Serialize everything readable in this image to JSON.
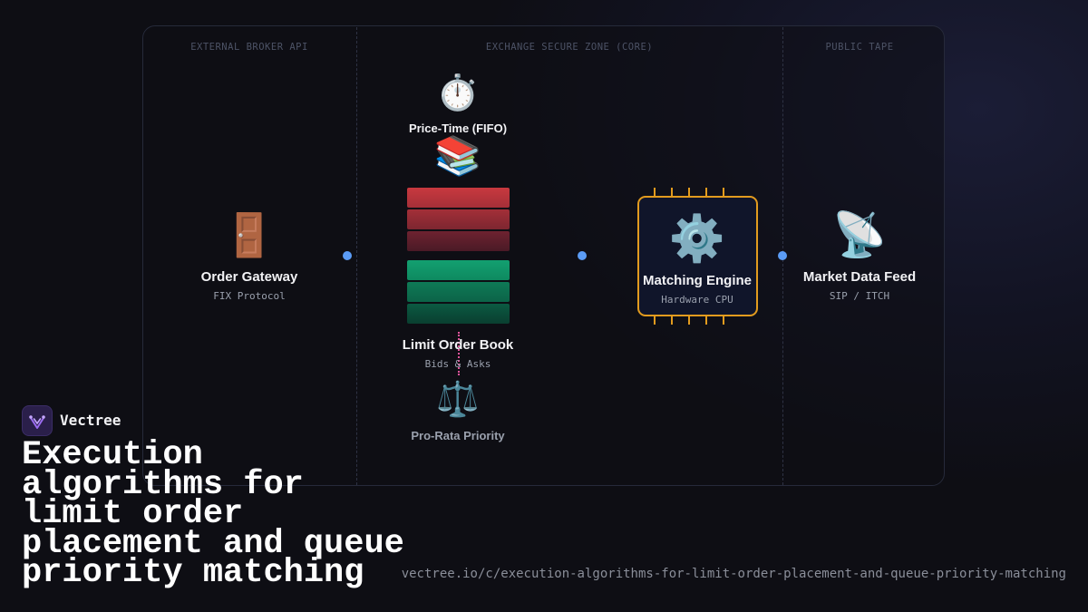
{
  "zones": [
    {
      "label": "EXTERNAL BROKER API"
    },
    {
      "label": "EXCHANGE SECURE ZONE (CORE)"
    },
    {
      "label": "PUBLIC TAPE"
    }
  ],
  "nodes": {
    "gateway": {
      "title": "Order Gateway",
      "subtitle": "FIX Protocol",
      "icon": "door-icon",
      "glyph": "🚪"
    },
    "order_book": {
      "title": "Limit Order Book",
      "subtitle": "Bids & Asks",
      "icon": "books-icon",
      "glyph": "📚"
    },
    "engine": {
      "title": "Matching Engine",
      "subtitle": "Hardware CPU",
      "icon": "gear-icon",
      "glyph": "⚙️"
    },
    "feed": {
      "title": "Market Data Feed",
      "subtitle": "SIP / ITCH",
      "icon": "satellite-dish-icon",
      "glyph": "📡"
    }
  },
  "priorities": {
    "fifo": {
      "label": "Price-Time (FIFO)",
      "icon": "stopwatch-icon",
      "glyph": "⏱️"
    },
    "pro_rata": {
      "label": "Pro-Rata Priority",
      "icon": "balance-scale-icon",
      "glyph": "⚖️"
    }
  },
  "colors": {
    "asks": "#c0393f",
    "bids": "#109c6c",
    "engine_border": "#e29b1e",
    "connector_dot": "#5b9cf6",
    "pro_rata_link": "#e0559b"
  },
  "brand": {
    "name": "Vectree"
  },
  "headline": "Execution algorithms for limit order placement and queue priority matching",
  "url": "vectree.io/c/execution-algorithms-for-limit-order-placement-and-queue-priority-matching"
}
